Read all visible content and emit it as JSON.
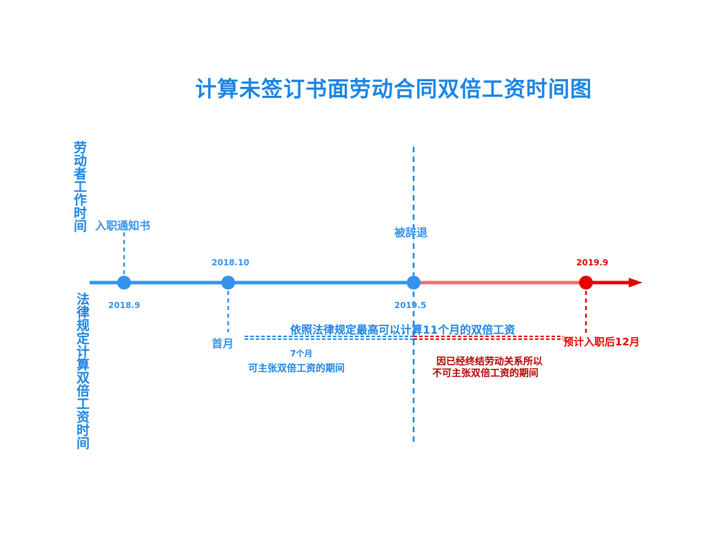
{
  "title": "计算未签订书面劳动合同双倍工资时间图",
  "side_labels": {
    "top": "劳动者工作时间",
    "bottom": "法律规定计算双倍工资时间"
  },
  "events": {
    "offer": "入职通知书",
    "dismissed": "被辞退"
  },
  "dates": {
    "d1": "2018.9",
    "d2": "2018.10",
    "d3": "2019.5",
    "d4": "2019.9"
  },
  "annotations": {
    "first_month": "首月",
    "law_max": "依照法律规定最高可以计算11个月的双倍工资",
    "seven_months": "7个月",
    "claimable": "可主张双倍工资的期间",
    "expected": "预计入职后12月",
    "not_claimable_1": "因已经终结劳动关系所以",
    "not_claimable_2": "不可主张双倍工资的期间"
  },
  "colors": {
    "blue": "#3393ee",
    "dark_blue": "#1a84e4",
    "pink": "#f56b6b",
    "red": "#e60000",
    "dark_red": "#b40000"
  }
}
